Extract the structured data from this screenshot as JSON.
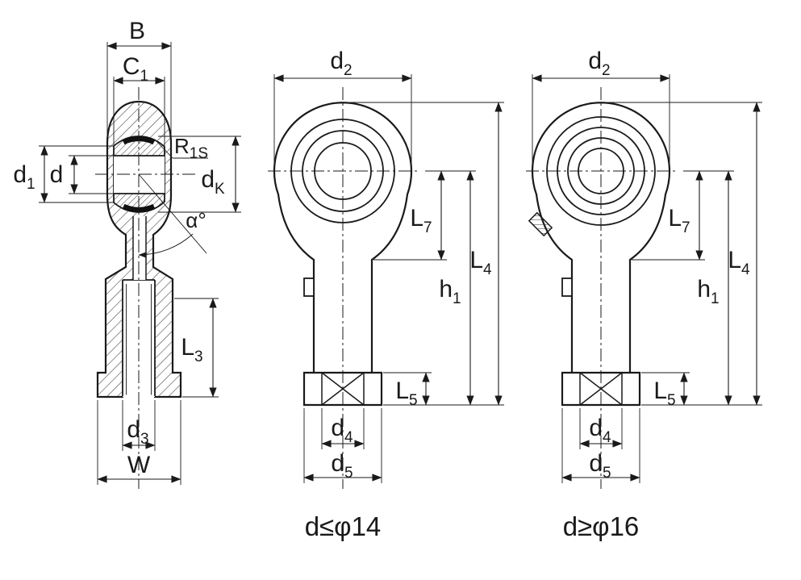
{
  "section": {
    "labels": {
      "B": {
        "main": "B",
        "sub": ""
      },
      "C1": {
        "main": "C",
        "sub": "1"
      },
      "R1S": {
        "main": "R",
        "sub": "1S"
      },
      "d1": {
        "main": "d",
        "sub": "1"
      },
      "d": {
        "main": "d",
        "sub": ""
      },
      "dK": {
        "main": "d",
        "sub": "K"
      },
      "alpha": {
        "main": "α°",
        "sub": ""
      },
      "L3": {
        "main": "L",
        "sub": "3"
      },
      "d3": {
        "main": "d",
        "sub": "3"
      },
      "W": {
        "main": "W",
        "sub": ""
      }
    }
  },
  "front_small": {
    "labels": {
      "d2": {
        "main": "d",
        "sub": "2"
      },
      "L7": {
        "main": "L",
        "sub": "7"
      },
      "L4": {
        "main": "L",
        "sub": "4"
      },
      "h1": {
        "main": "h",
        "sub": "1"
      },
      "L5": {
        "main": "L",
        "sub": "5"
      },
      "d4": {
        "main": "d",
        "sub": "4"
      },
      "d5": {
        "main": "d",
        "sub": "5"
      }
    },
    "caption": "d≤φ14"
  },
  "front_large": {
    "labels": {
      "d2": {
        "main": "d",
        "sub": "2"
      },
      "L7": {
        "main": "L",
        "sub": "7"
      },
      "L4": {
        "main": "L",
        "sub": "4"
      },
      "h1": {
        "main": "h",
        "sub": "1"
      },
      "L5": {
        "main": "L",
        "sub": "5"
      },
      "d4": {
        "main": "d",
        "sub": "4"
      },
      "d5": {
        "main": "d",
        "sub": "5"
      }
    },
    "caption": "d≥φ16"
  },
  "style": {
    "line_color": "#1a1a1a",
    "background": "#ffffff"
  }
}
